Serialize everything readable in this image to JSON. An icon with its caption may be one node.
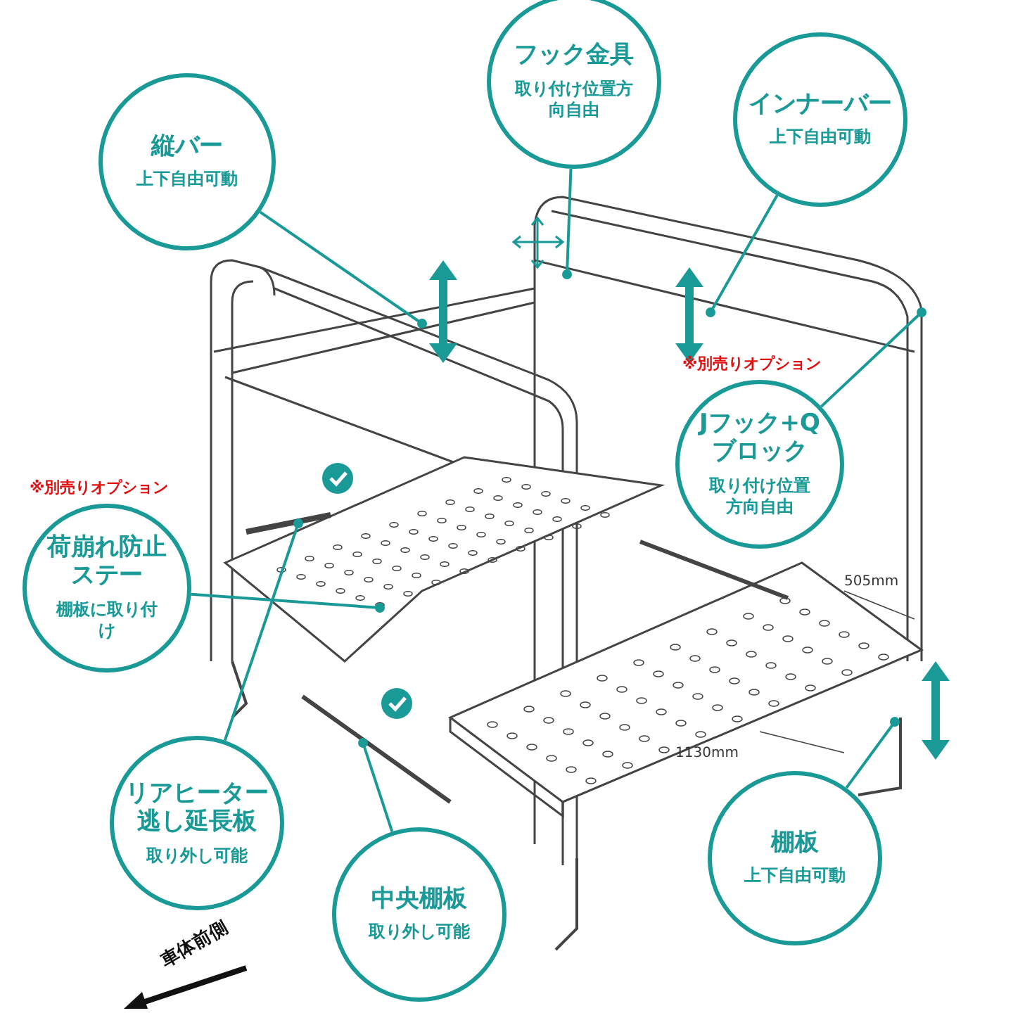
{
  "diagram": {
    "nodes": [
      {
        "text": [
          "縦バー",
          "上下自由可動"
        ]
      },
      {
        "text": [
          "フック金具",
          "取り付け位置方向自由"
        ]
      },
      {
        "text": [
          "インナーバー",
          "上下自由可動"
        ]
      },
      {
        "text": [
          "※別売りオプション",
          "Jフック+Qブロック",
          "取り付け位置方向自由"
        ]
      },
      {
        "text": [
          "※別売りオプション",
          "荷崩れ防止ステー",
          "棚板に取り付け"
        ]
      },
      {
        "text": [
          "リアヒーター逃し延長板",
          "取り外し可能"
        ]
      },
      {
        "text": [
          "中央棚板",
          "取り外し可能"
        ]
      },
      {
        "text": [
          "棚板",
          "上下自由可動"
        ]
      }
    ],
    "edges": [
      {
        "from": 0,
        "to": null,
        "arrow": "other"
      },
      {
        "from": 1,
        "to": null,
        "arrow": "other"
      },
      {
        "from": 2,
        "to": null,
        "arrow": "other"
      },
      {
        "from": 3,
        "to": null,
        "arrow": "other"
      },
      {
        "from": 4,
        "to": null,
        "arrow": "other"
      },
      {
        "from": 5,
        "to": null,
        "arrow": "other"
      },
      {
        "from": 6,
        "to": null,
        "arrow": "other"
      },
      {
        "from": 7,
        "to": null,
        "arrow": "other"
      }
    ],
    "labels": [
      "505mm",
      "1130mm",
      "車体前側"
    ]
  }
}
